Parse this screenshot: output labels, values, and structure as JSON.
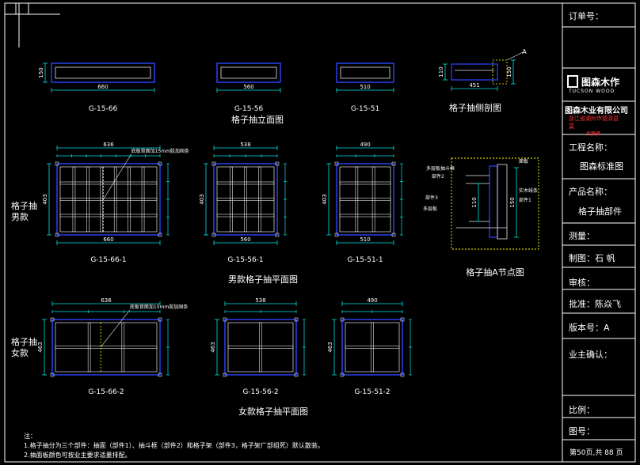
{
  "colors": {
    "background": "#000000",
    "frame": "#ffffff",
    "drawer_outline": "#2a46ff",
    "inner_line": "#e6e6e6",
    "dimension": "#00e5e5",
    "detail_dotted": "#ffff00",
    "annotation": "#ffffff",
    "highlight_text": "#ff3333"
  },
  "elevations": {
    "items": [
      {
        "code": "G-15-66",
        "width_dim": "660",
        "height_dim": "150"
      },
      {
        "code": "G-15-56",
        "width_dim": "560",
        "height_dim": ""
      },
      {
        "code": "G-15-51",
        "width_dim": "510",
        "height_dim": ""
      }
    ],
    "section": {
      "code": "格子抽侧剖图",
      "width_dim": "451",
      "height_dim": "110",
      "height_dim2": "150",
      "marker": "A"
    },
    "caption": "格子抽立面图"
  },
  "male": {
    "side_label": "格子抽\n男款",
    "caption": "男款格子抽平面图",
    "callout": "底板背面加15mm胶加固条",
    "items": [
      {
        "code": "G-15-66-1",
        "top_dim": "636",
        "bottom_dim": "660",
        "height_dim": "403"
      },
      {
        "code": "G-15-56-1",
        "top_dim": "538",
        "bottom_dim": "560",
        "height_dim": "403"
      },
      {
        "code": "G-15-51-1",
        "top_dim": "490",
        "bottom_dim": "510",
        "height_dim": "403"
      }
    ]
  },
  "female": {
    "side_label": "格子抽\n女款",
    "caption": "女款格子抽平面图",
    "callout": "底板背面加15mm胶加固条",
    "items": [
      {
        "code": "G-15-66-2",
        "top_dim": "636",
        "height_dim": "463"
      },
      {
        "code": "G-15-56-2",
        "top_dim": "538",
        "height_dim": "463"
      },
      {
        "code": "G-15-51-2",
        "top_dim": "490",
        "height_dim": "463"
      }
    ]
  },
  "detail": {
    "caption": "格子抽A节点图",
    "labels": [
      "多层板抽斗框",
      "部件2",
      "部件3",
      "多层板",
      "面板",
      "实木线条",
      "部件1"
    ]
  },
  "notes": {
    "heading": "注：",
    "lines": [
      "1.格子抽分为三个部件：抽面（部件1）、抽斗框（部件2）和格子架（部件3，格子架厂部组死）默认散装。",
      "2.抽面板颜色可按业主要求适量排配。"
    ]
  },
  "title_block": {
    "order_no": "订单号：",
    "logo_cn": "图森木作",
    "logo_en": "TUCSON WOOD",
    "company": "图森木业有限公司",
    "address": "浙江省湖州市德清县",
    "address2": "莫",
    "address_red": "武康镇",
    "project_label": "工程名称：",
    "project_value": "图森标准图",
    "product_label": "产品名称：",
    "product_value": "格子抽部件",
    "survey": "测量：",
    "drafter": "制图：石 帆",
    "review": "审核：",
    "approve": "批准：陈焱飞",
    "version": "版本号：A",
    "owner": "业主确认：",
    "scale": "比例：",
    "drawing_no": "图号：",
    "page": "第50页,共 88 页"
  }
}
